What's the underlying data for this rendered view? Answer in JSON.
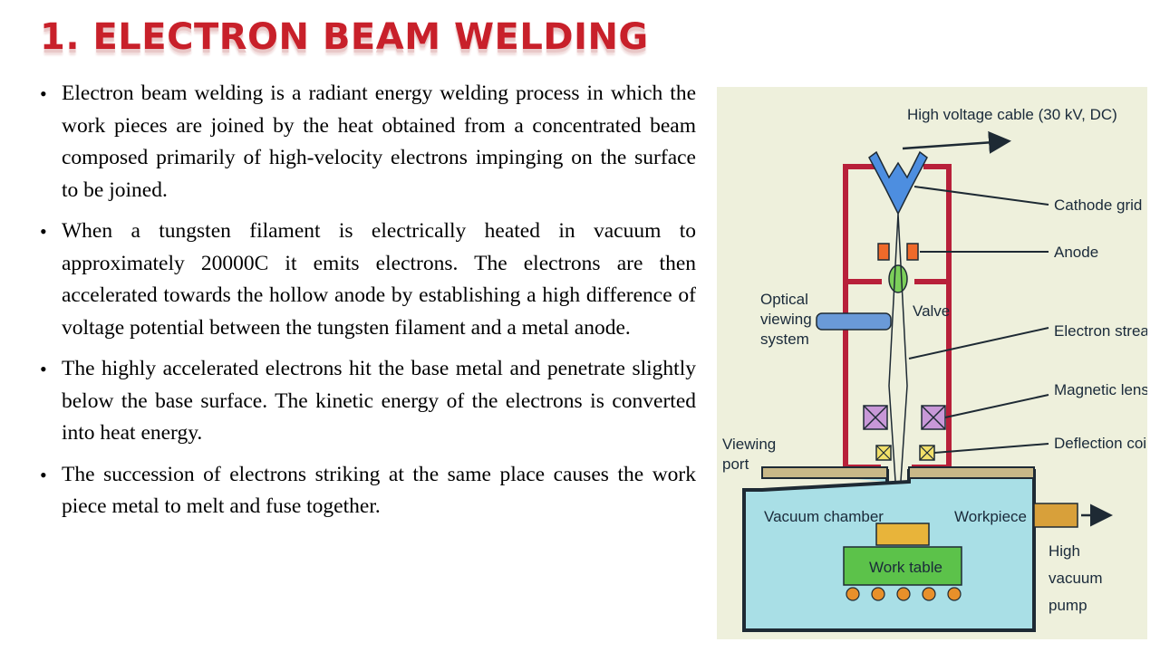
{
  "slide": {
    "title": "1. ELECTRON BEAM  WELDING",
    "bullets": [
      "Electron beam welding is a radiant energy welding process in which the work pieces are joined by the heat obtained from a concentrated beam composed primarily of high-velocity electrons impinging on the surface to be joined.",
      "When a tungsten filament is electrically heated in vacuum to approximately 20000C it emits electrons. The electrons are then accelerated towards the hollow anode by establishing a high difference of voltage potential between the tungsten filament and a metal anode.",
      "The highly accelerated electrons hit the base metal and penetrate slightly below the base surface. The kinetic energy of the electrons is converted into heat energy.",
      "The succession of electrons striking at the same place causes the work piece metal to melt and fuse together."
    ],
    "bullet_symbol": "•"
  },
  "diagram": {
    "labels": {
      "cable": "High voltage cable (30 kV, DC)",
      "cathode": "Cathode grid",
      "anode": "Anode",
      "electron_stream": "Electron stream",
      "magnetic_lens": "Magnetic lens",
      "deflection": "Deflection coils",
      "valve": "Valve",
      "optical_1": "Optical",
      "optical_2": "viewing",
      "optical_3": "system",
      "viewing_port_1": "Viewing",
      "viewing_port_2": "port",
      "vacuum_chamber": "Vacuum chamber",
      "workpiece": "Workpiece",
      "work_table": "Work table",
      "pump_1": "High",
      "pump_2": "vacuum",
      "pump_3": "pump"
    },
    "colors": {
      "background": "#eef0dc",
      "column": "#b8203a",
      "chamber_fill": "#a9dfe6",
      "chamber_border": "#1e2a34",
      "workpiece": "#e8b43a",
      "work_table": "#5cc24a",
      "lens": "#c898d8",
      "deflection": "#f2e06a",
      "optical": "#6a9ad8",
      "pump_pipe": "#d8a03a",
      "cathode": "#4d8ee0",
      "anode": "#f06a2a",
      "valve": "#7ccf5a",
      "roller": "#e8902a"
    }
  }
}
